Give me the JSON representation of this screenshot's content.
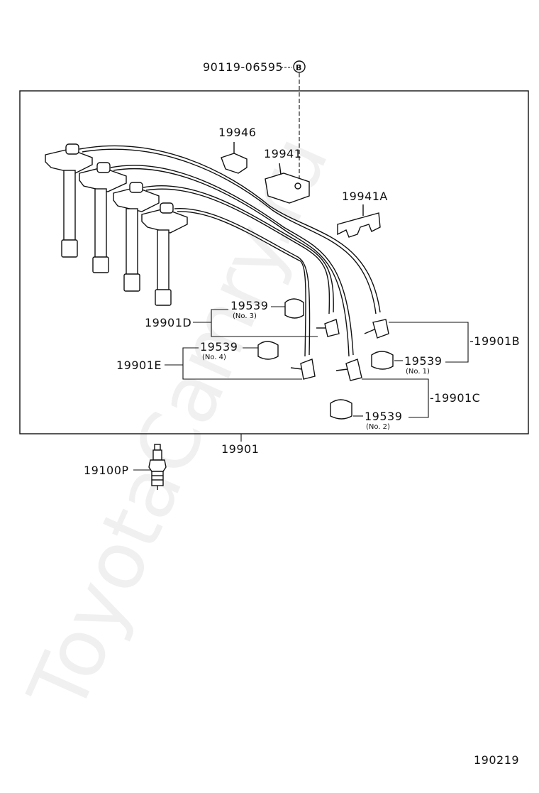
{
  "watermark": "ToyotaCamry.ru",
  "page_code": "190219",
  "parts": {
    "bolt": "90119-06595",
    "bolt_marker": "B",
    "clamp_a": "19946",
    "clamp_b": "19941",
    "clamp_c": "19941A",
    "cap_no3": "19539",
    "cap_no3_sub": "(No. 3)",
    "cord_d": "19901D",
    "cap_no4": "19539",
    "cap_no4_sub": "(No. 4)",
    "cord_e": "19901E",
    "cord_b": "-19901B",
    "cap_no1": "19539",
    "cap_no1_sub": "(No. 1)",
    "cord_c": "-19901C",
    "cap_no2": "19539",
    "cap_no2_sub": "(No. 2)",
    "cord_set": "19901",
    "spark_plug": "19100P"
  }
}
